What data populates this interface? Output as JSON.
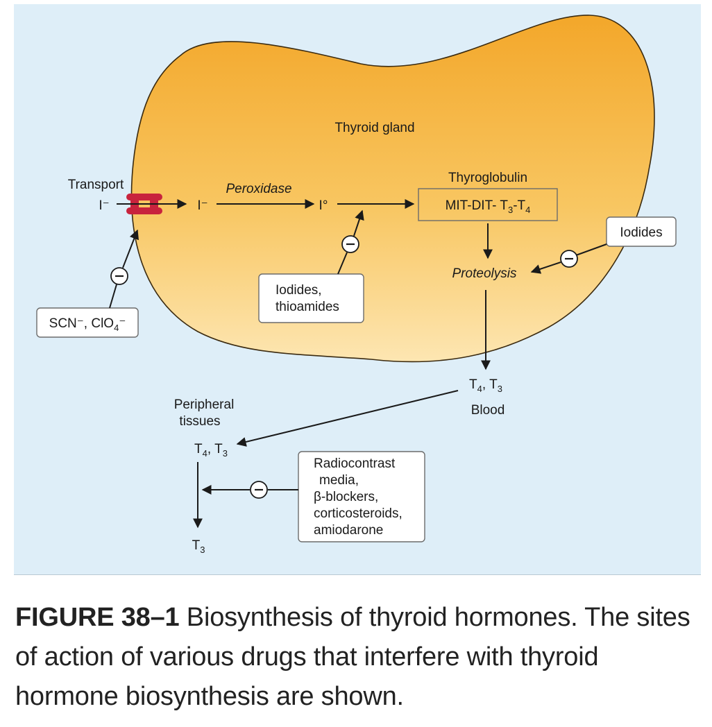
{
  "diagram": {
    "gland_label": "Thyroid gland",
    "transport_label": "Transport",
    "iodide_ext": "I⁻",
    "iodide_int": "I⁻",
    "peroxidase_label": "Peroxidase",
    "iodine_label": "I°",
    "thyroglobulin_label": "Thyroglobulin",
    "tg_box": {
      "a": "MIT-DIT- T",
      "s1": "3",
      "b": "-T",
      "s2": "4"
    },
    "proteolysis_label": "Proteolysis",
    "iodides_right_box": "Iodides",
    "iodides_thioamides_box": [
      "Iodides,",
      "thioamides"
    ],
    "scn_box": {
      "a": "SCN⁻, ClO",
      "s": "4",
      "b": "⁻"
    },
    "blood_hormones": {
      "a": "T",
      "s1": "4",
      "b": ", T",
      "s2": "3"
    },
    "blood_label": "Blood",
    "peripheral_label": [
      "Peripheral",
      "tissues"
    ],
    "peripheral_hormones": {
      "a": "T",
      "s1": "4",
      "b": ", T",
      "s2": "3"
    },
    "t3_label": {
      "a": "T",
      "s": "3"
    },
    "drugs_box": [
      "Radiocontrast",
      "media,",
      "β-blockers,",
      "corticosteroids,",
      "amiodarone"
    ],
    "inhibit_symbol": "−",
    "colors": {
      "background": "#deeef8",
      "gland_top": "#f3a72a",
      "gland_bottom": "#fde6b2",
      "transporter": "#c8233d"
    }
  },
  "caption": {
    "label": "FIGURE 38–1",
    "text": " Biosynthesis of thyroid hormones. The sites of action of various drugs that interfere with thyroid hormone biosynthesis are shown."
  }
}
